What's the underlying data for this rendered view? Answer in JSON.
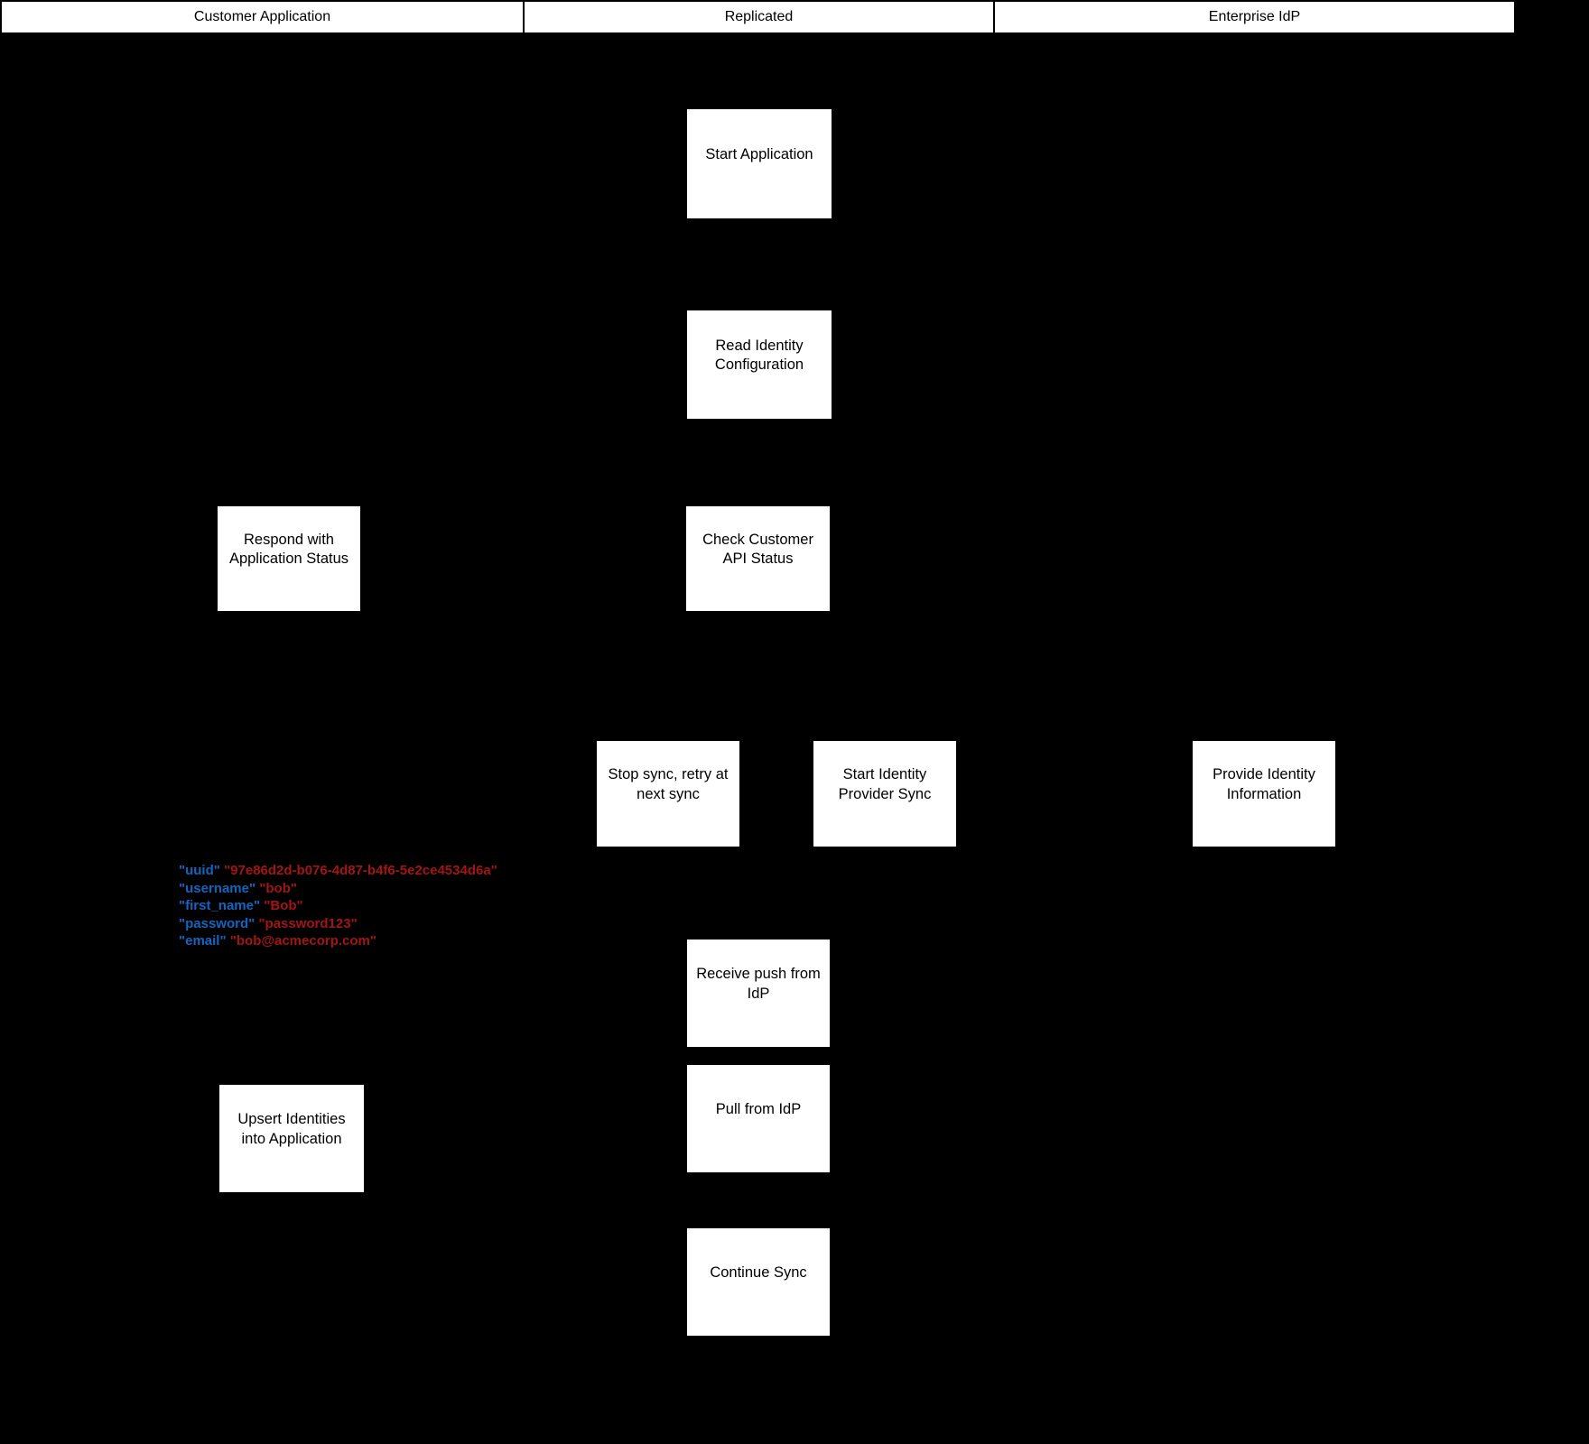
{
  "diagram": {
    "title": "Identity sync swimlane flowchart",
    "type": "flowchart-swimlane"
  },
  "colors": {
    "background": "#000000",
    "lane_fill": "#ffffff",
    "lane_border": "#000000",
    "node_fill": "#ffffff",
    "node_text": "#000000",
    "json_key": "#1565c0",
    "json_value": "#a31515"
  },
  "lanes": [
    {
      "label": "Customer Application"
    },
    {
      "label": "Replicated"
    },
    {
      "label": "Enterprise IdP"
    }
  ],
  "nodes": [
    {
      "id": "start-application",
      "lane": "Replicated",
      "label": "Start Application"
    },
    {
      "id": "read-identity-configuration",
      "lane": "Replicated",
      "label": "Read Identity Configuration"
    },
    {
      "id": "respond-with-application-status",
      "lane": "Customer Application",
      "label": "Respond with Application Status"
    },
    {
      "id": "check-customer-api-status",
      "lane": "Replicated",
      "label": "Check Customer API Status"
    },
    {
      "id": "stop-sync-retry",
      "lane": "Replicated",
      "label": "Stop sync, retry at next sync"
    },
    {
      "id": "start-identity-provider-sync",
      "lane": "Replicated",
      "label": "Start Identity Provider Sync"
    },
    {
      "id": "provide-identity-information",
      "lane": "Enterprise IdP",
      "label": "Provide Identity Information"
    },
    {
      "id": "receive-push-from-idp",
      "lane": "Replicated",
      "label": "Receive push from IdP"
    },
    {
      "id": "pull-from-idp",
      "lane": "Replicated",
      "label": "Pull from IdP"
    },
    {
      "id": "upsert-identities",
      "lane": "Customer Application",
      "label": "Upsert Identities into Application"
    },
    {
      "id": "continue-sync",
      "lane": "Replicated",
      "label": "Continue Sync"
    }
  ],
  "json_block": {
    "lines": [
      {
        "key": "\"uuid\"",
        "value": "\"97e86d2d-b076-4d87-b4f6-5e2ce4534d6a\""
      },
      {
        "key": "\"username\"",
        "value": "\"bob\""
      },
      {
        "key": "\"first_name\"",
        "value": "\"Bob\""
      },
      {
        "key": "\"password\"",
        "value": "\"password123\""
      },
      {
        "key": "\"email\"",
        "value": "\"bob@acmecorp.com\""
      }
    ]
  }
}
